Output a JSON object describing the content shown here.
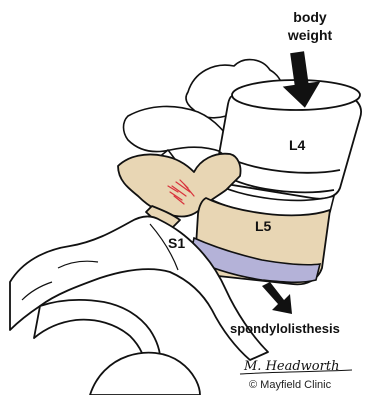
{
  "labels": {
    "body_weight_line1": "body",
    "body_weight_line2": "weight",
    "l4": "L4",
    "l5": "L5",
    "s1": "S1",
    "spondylolisthesis": "spondylolisthesis"
  },
  "credit": {
    "signature": "M. Headworth",
    "copyright": "© Mayfield Clinic"
  },
  "colors": {
    "bone_fill": "#ffffff",
    "l5_fill": "#e8d6b4",
    "disc_fill": "#b4b2d8",
    "fracture_accent": "#d8323c",
    "outline": "#111111"
  },
  "icons": {
    "weight_arrow": "arrow-down",
    "slip_arrow": "arrow-down-right"
  }
}
